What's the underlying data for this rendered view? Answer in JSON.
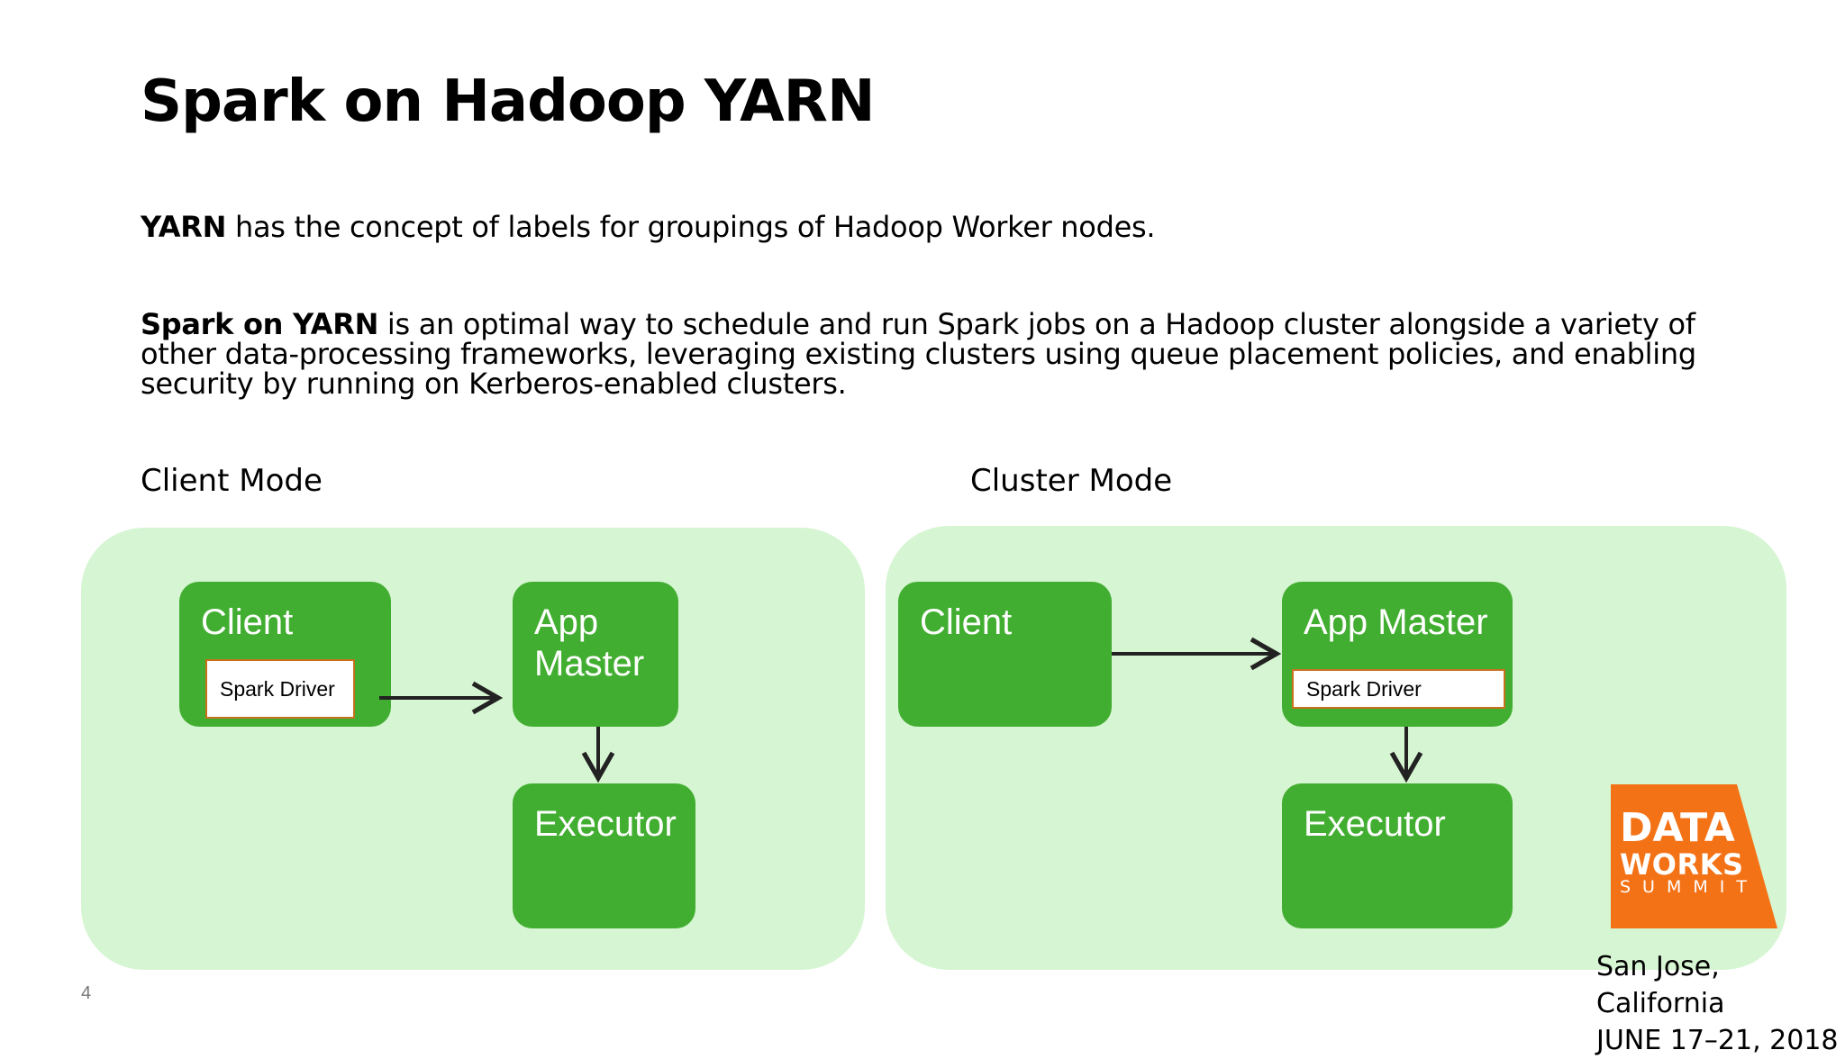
{
  "slide": {
    "title": "Spark on Hadoop YARN",
    "para1_bold": "YARN",
    "para1_rest": " has the concept of labels for groupings of Hadoop Worker nodes.",
    "para2_bold": "Spark on YARN",
    "para2_rest": " is an optimal way to schedule and run Spark jobs on a Hadoop cluster alongside a variety of other data-processing frameworks, leveraging existing clusters using queue placement policies, and enabling security by running on Kerberos-enabled clusters.",
    "page_number": "4"
  },
  "client_mode": {
    "label": "Client Mode",
    "client": "Client",
    "driver": "Spark Driver",
    "app_master": "App Master",
    "executor": "Executor"
  },
  "cluster_mode": {
    "label": "Cluster Mode",
    "client": "Client",
    "app_master": "App Master",
    "driver": "Spark Driver",
    "executor": "Executor"
  },
  "logo": {
    "line1": "DATA",
    "line2": "WORKS",
    "line3": "SUMMIT",
    "color": "#f47216"
  },
  "event": {
    "location": "San Jose, California",
    "dates": "JUNE 17–21, 2018"
  },
  "colors": {
    "panel": "#d6f5d2",
    "box": "#42ae31",
    "driver_border": "#c8701e"
  }
}
